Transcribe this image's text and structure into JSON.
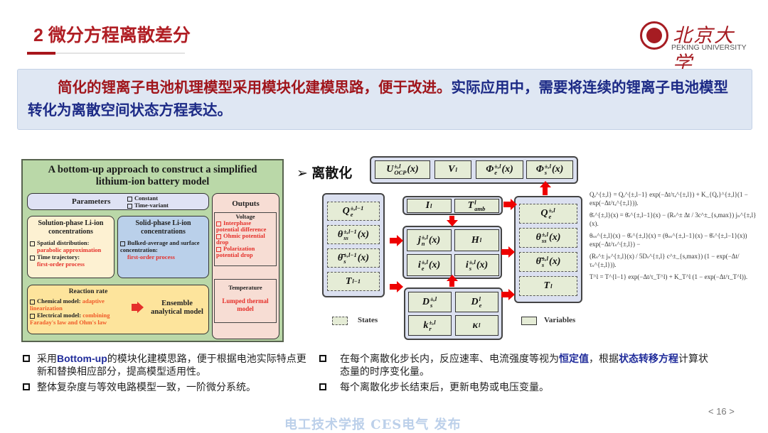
{
  "header": {
    "title": "2 微分方程离散差分",
    "logo_cn": "北京大学",
    "logo_en": "PEKING UNIVERSITY"
  },
  "intro": {
    "red": "简化的锂离子电池机理模型采用模块化建模思路，便于改进。",
    "blue": "实际应用中，需要将连续的锂离子电池模型转化为离散空间状态方程表达。"
  },
  "figure": {
    "title1": "A bottom-up approach to construct a simplified",
    "title2": "lithium-ion battery model",
    "parameters": "Parameters",
    "constant": "Constant",
    "time_variant": "Time-variant",
    "outputs": "Outputs",
    "voltage": "Voltage",
    "v1": "Interphase potential difference",
    "v2": "Ohmic potential drop",
    "v3": "Polarization potential drop",
    "temperature": "Temperature",
    "temp_model": "Lumped thermal model",
    "sol_title": "Solution-phase Li-ion concentrations",
    "sol_1": "Spatial distribution:",
    "sol_1r": "parabolic approximation",
    "sol_2": "Time trajectory:",
    "sol_2r": "first-order process",
    "solid_title": "Solid-phase Li-ion concentrations",
    "solid_1": "Bulked-average and surface concentration:",
    "solid_1r": "first-order process",
    "rr_title": "Reaction rate",
    "rr_1": "Chemical model:",
    "rr_1r": "adaptive linearization",
    "rr_2": "Electrical model:",
    "rr_2r": "combining Faraday's law and Ohm's law",
    "ensemble": "Ensemble analytical model"
  },
  "diagram": {
    "heading": "➢ 离散化",
    "legend_states": "States",
    "legend_variables": "Variables",
    "top": [
      {
        "b": "U",
        "sup": "±,l",
        "sub": "OCP",
        "arg": "(x)"
      },
      {
        "b": "V",
        "sup": "l",
        "sub": "",
        "arg": ""
      },
      {
        "b": "Φ",
        "sup": "±,l",
        "sub": "e",
        "arg": "(x)"
      },
      {
        "b": "Φ",
        "sup": "±,l",
        "sub": "s",
        "arg": "(x)"
      }
    ],
    "left": [
      {
        "b": "Q",
        "sup": "±,l−1",
        "sub": "e",
        "arg": ""
      },
      {
        "b": "θ",
        "sup": "±,l−1",
        "sub": "ss",
        "arg": "(x)"
      },
      {
        "b": "θ̄",
        "sup": "±,l−1",
        "sub": "s",
        "arg": "(x)"
      },
      {
        "b": "T",
        "sup": "l−1",
        "sub": "",
        "arg": ""
      }
    ],
    "inputs": [
      {
        "b": "I",
        "sup": "l",
        "sub": "",
        "arg": ""
      },
      {
        "b": "T",
        "sup": "l",
        "sub": "amb",
        "arg": ""
      }
    ],
    "middle": [
      {
        "b": "j",
        "sup": "±,l",
        "sub": "n",
        "arg": "(x)"
      },
      {
        "b": "H",
        "sup": "l",
        "sub": "",
        "arg": ""
      },
      {
        "b": "i",
        "sup": "±,l",
        "sub": "e",
        "arg": "(x)"
      },
      {
        "b": "i",
        "sup": "±,l",
        "sub": "s",
        "arg": "(x)"
      }
    ],
    "bottom": [
      {
        "b": "D",
        "sup": "±,l",
        "sub": "s",
        "arg": ""
      },
      {
        "b": "D",
        "sup": "l",
        "sub": "e",
        "arg": ""
      },
      {
        "b": "k",
        "sup": "±,l",
        "sub": "r",
        "arg": ""
      },
      {
        "b": "κ",
        "sup": "l",
        "sub": "",
        "arg": ""
      }
    ],
    "right": [
      {
        "b": "Q",
        "sup": "±,l",
        "sub": "e",
        "arg": ""
      },
      {
        "b": "θ",
        "sup": "±,l",
        "sub": "ss",
        "arg": "(x)"
      },
      {
        "b": "θ̄",
        "sup": "±,l",
        "sub": "s",
        "arg": "(x)"
      },
      {
        "b": "T",
        "sup": "l",
        "sub": "",
        "arg": ""
      }
    ]
  },
  "equations": [
    "Qₑ^{±,l} = Qₑ^{±,l−1} exp(−Δt/τₑ^{±,l}) + K_{Qₑ}^{±,l}(1 − exp(−Δt/τₑ^{±,l})).",
    "θ̄ₛ^{±,l}(x) = θ̄ₛ^{±,l−1}(x) − (Rₛ^± Δt / 3c^±_{s,max}) jₙ^{±,l}(x).",
    "θₛₛ^{±,l}(x) − θ̄ₛ^{±,l}(x) = (θₛₛ^{±,l−1}(x) − θ̄ₛ^{±,l−1}(x)) exp(−Δt/τₛ^{±,l}) −",
    "(Rₛ^± jₙ^{±,l}(x) / 5Dₛ^{±,l} c^±_{s,max}) (1 − exp(−Δt/τₛ^{±,l})).",
    "T^l = T^{l−1} exp(−Δt/τ_T^l) + K_T^l (1 − exp(−Δt/τ_T^l))."
  ],
  "bullets_left": [
    {
      "a": "采用",
      "hl": "Bottom-up",
      "b": "的模块化建模思路，便于根据电池实际特点更新和替换相应部分，提高模型适用性。"
    },
    {
      "a": "整体复杂度与等效电路模型一致，一阶微分系统。",
      "hl": "",
      "b": ""
    }
  ],
  "bullets_right": [
    {
      "a": "在每个离散化步长内，反应速率、电流强度等视为",
      "hl": "恒定值",
      "b": "，根据",
      "hl2": "状态转移方程",
      "c": "计算状态量的时序变化量。"
    },
    {
      "a": "每个离散化步长结束后，更新电势或电压变量。"
    }
  ],
  "footer": {
    "page": "< 16 >",
    "watermark": "电工技术学报 CES电气 发布"
  }
}
